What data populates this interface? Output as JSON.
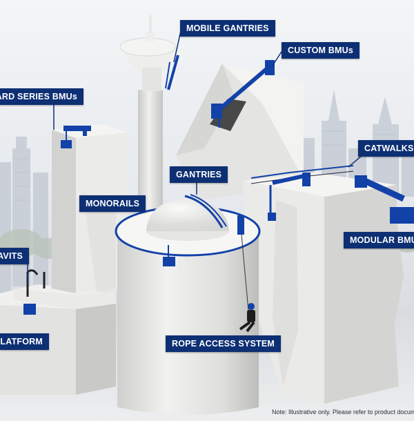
{
  "labels": {
    "mobile_gantries": "MOBILE GANTRIES",
    "custom_bmus": "CUSTOM BMUs",
    "board_series_bmus": "BOARD SERIES BMUs",
    "catwalks": "CATWALKS",
    "gantries": "GANTRIES",
    "monorails": "MONORAILS",
    "modular_bmus": "MODULAR BMUs",
    "davits": "DAVITS",
    "platform": "PLATFORM",
    "rope_access_system": "ROPE ACCESS SYSTEM"
  },
  "note": "Note: Illustrative only. Please refer to product documentation.",
  "colors": {
    "label_background": "#0d2f73",
    "equipment_blue": "#1242a8",
    "concrete": "#e6e6e4",
    "sky": "#eef1f4"
  }
}
